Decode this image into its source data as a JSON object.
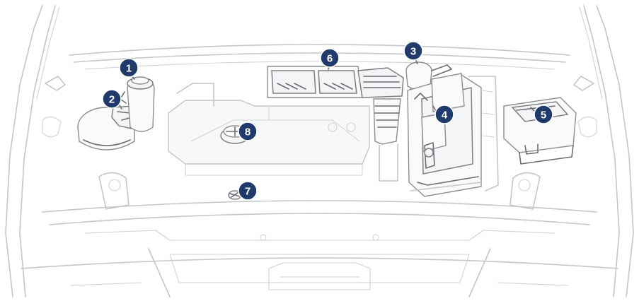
{
  "colors": {
    "callout_fill": "#1f3a6b",
    "callout_text": "#ffffff",
    "line": "#c4c6c9",
    "component_outline": "#6a6e72"
  },
  "callouts": [
    {
      "label": "1",
      "icon": "washer-fluid-reservoir"
    },
    {
      "label": "2",
      "icon": "coolant-reservoir"
    },
    {
      "label": "3",
      "icon": "brake-fluid-reservoir"
    },
    {
      "label": "4",
      "icon": "battery"
    },
    {
      "label": "5",
      "icon": "fuse-box"
    },
    {
      "label": "6",
      "icon": "air-filter"
    },
    {
      "label": "7",
      "icon": "engine-oil-dipstick"
    },
    {
      "label": "8",
      "icon": "engine-oil-filler-cap"
    }
  ]
}
